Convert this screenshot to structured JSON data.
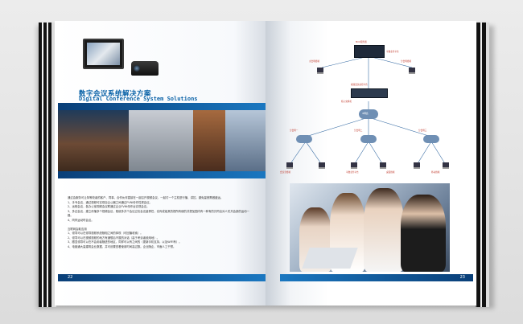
{
  "left_page": {
    "title_cn": "数字会议系统解决方案",
    "title_en": "Digital Conference System Solutions",
    "intro": "通过会服务可让特等校者的客户、同事、合作伙伴直接在一起召开视频会议，一起讨一个主权进行播、讲控，避免量首需做盛运。",
    "items": [
      "1、手专会议，通过视频可实现自企公器之间通过FVNI传作性规会议。",
      "2、远程会议，各办公室视频会议联通过企业FVNI传作台实现会议。",
      "3、多边会议，建立传播多个视频会议，既使多并个会议过也会议量情任，也传或组其的视所有使的并提加国内有一种有的共同出对人关共会部的运动一路。"
    ],
    "extra_line": "4、同样运动时会议。",
    "section_head": "互联网会取应用",
    "list": [
      "1、领导可以在领导视频系统随相之间的体现（可回播收索）。",
      "2、领导可以在视频视频的地方有通想后不展的对话（高于考谈者使用地）。",
      "3、跟显领导可以在不会用者随进的地区，同样可以有之间的（更新手机支持，以及WIFI有）。",
      "4、电脑通大量建筑会业数据，并可设置查看使用时间高过数。企业随企，市面人工干预。"
    ],
    "page_number": "22"
  },
  "right_page": {
    "diagram_labels": {
      "top_server": "MCU服务器",
      "top_right": "平数业务平台",
      "core_switch": "核心交换机",
      "left_terminal": "主会场终端",
      "right_terminal": "分会场终端",
      "mid_box": "视频会议总控平台",
      "network": "IP网络",
      "branch_labels": [
        "分会场一",
        "分会场二",
        "分会场三"
      ],
      "bottom_labels": [
        "会议室终端",
        "平数业务平台",
        "桌面终端",
        "移动终端"
      ]
    },
    "page_number": "23"
  }
}
